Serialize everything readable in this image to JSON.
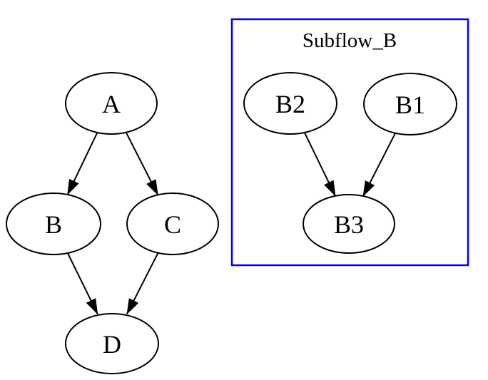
{
  "diagram": {
    "title": "Subflow_B",
    "colors": {
      "background": "#ffffff",
      "node_stroke": "#000000",
      "edge_stroke": "#000000",
      "cluster_border": "#0000ee",
      "label_text": "#000000"
    },
    "nodes": {
      "A": {
        "label": "A"
      },
      "B": {
        "label": "B"
      },
      "C": {
        "label": "C"
      },
      "D": {
        "label": "D"
      },
      "B1": {
        "label": "B1"
      },
      "B2": {
        "label": "B2"
      },
      "B3": {
        "label": "B3"
      }
    },
    "cluster": {
      "label": "Subflow_B",
      "members": "B1, B2, B3"
    },
    "edges": [
      {
        "from": "A",
        "to": "B"
      },
      {
        "from": "A",
        "to": "C"
      },
      {
        "from": "B",
        "to": "D"
      },
      {
        "from": "C",
        "to": "D"
      },
      {
        "from": "B2",
        "to": "B3"
      },
      {
        "from": "B1",
        "to": "B3"
      }
    ]
  }
}
